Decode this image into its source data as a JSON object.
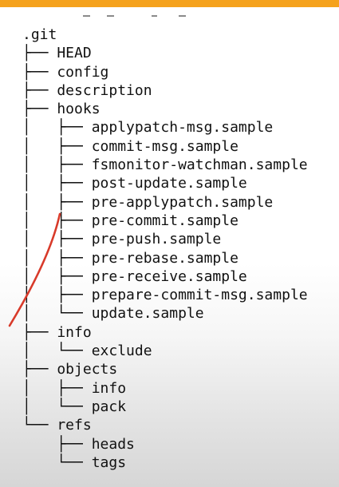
{
  "colors": {
    "accent": "#f5a21d",
    "text": "#111111",
    "pen_stroke": "#d83a2a"
  },
  "root": ".git",
  "lines": [
    "├── HEAD",
    "├── config",
    "├── description",
    "├── hooks",
    "│   ├── applypatch-msg.sample",
    "│   ├── commit-msg.sample",
    "│   ├── fsmonitor-watchman.sample",
    "│   ├── post-update.sample",
    "│   ├── pre-applypatch.sample",
    "│   ├── pre-commit.sample",
    "│   ├── pre-push.sample",
    "│   ├── pre-rebase.sample",
    "│   ├── pre-receive.sample",
    "│   ├── prepare-commit-msg.sample",
    "│   └── update.sample",
    "├── info",
    "│   └── exclude",
    "├── objects",
    "│   ├── info",
    "│   └── pack",
    "└── refs",
    "    ├── heads",
    "    └── tags"
  ]
}
